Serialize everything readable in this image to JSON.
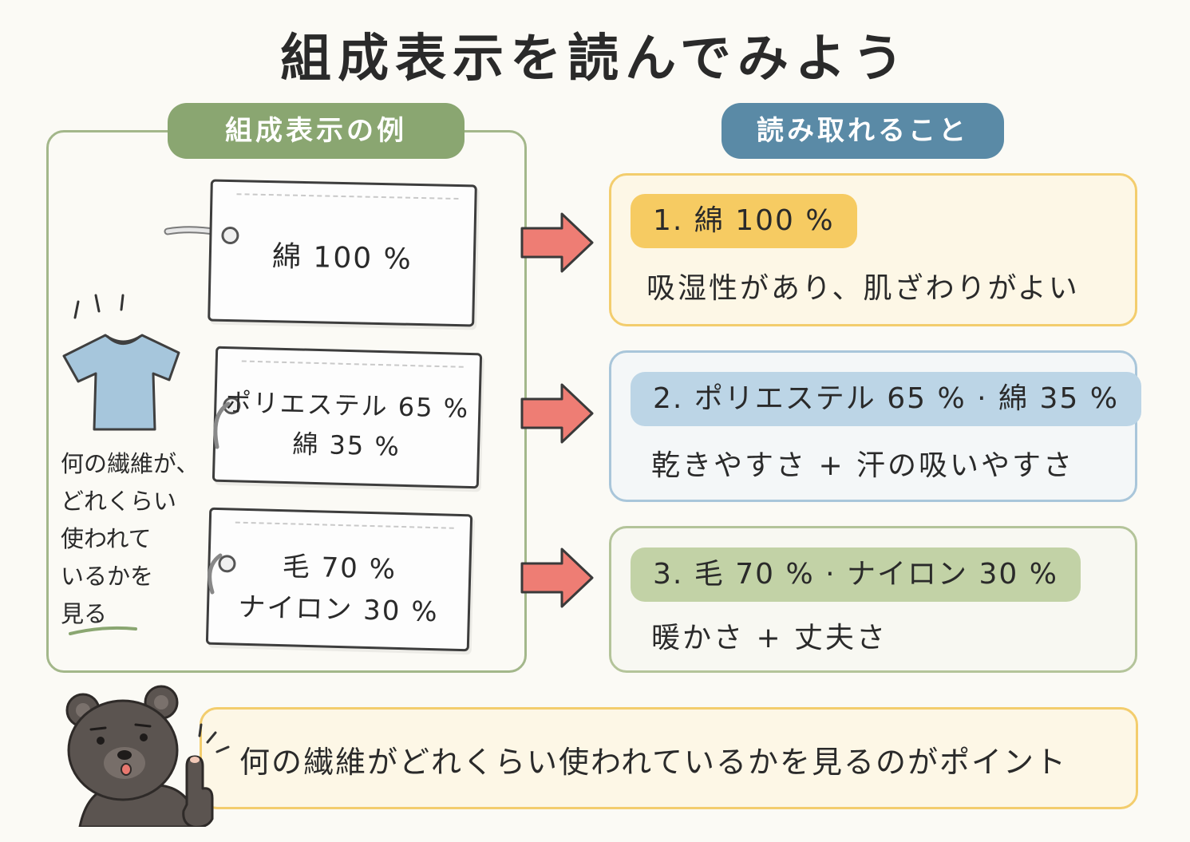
{
  "title": "組成表示を読んでみよう",
  "left_section": {
    "label": "組成表示の例",
    "tags": [
      {
        "lines": [
          "綿 100 %"
        ]
      },
      {
        "lines": [
          "ポリエステル 65 %",
          "綿 35 %"
        ]
      },
      {
        "lines": [
          "毛 70 %",
          "ナイロン 30 %"
        ]
      }
    ],
    "caption_lines": [
      "何の繊維が、",
      "どれくらい",
      "使われて",
      "いるかを",
      "見る"
    ]
  },
  "right_section": {
    "label": "読み取れること",
    "items": [
      {
        "heading": "1. 綿 100 %",
        "description": "吸湿性があり、肌ざわりがよい"
      },
      {
        "heading": "2. ポリエステル 65 % · 綿 35 %",
        "description": "乾きやすさ + 汗の吸いやすさ"
      },
      {
        "heading": "3. 毛 70 % · ナイロン 30 %",
        "description": "暖かさ + 丈夫さ"
      }
    ]
  },
  "bottom_note": "何の繊維がどれくらい使われているかを見るのがポイント",
  "colors": {
    "green": "#8aa671",
    "blue": "#5a8aa6",
    "yellow": "#f6cb62",
    "arrow": "#ee7d74",
    "shirt": "#a6c6dc",
    "bear": "#5b5450"
  }
}
